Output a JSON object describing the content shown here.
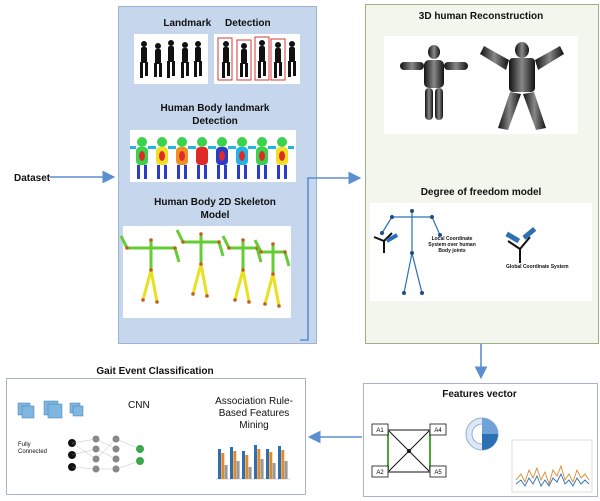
{
  "left_panel": {
    "landmark_detection": "Landmark     Detection",
    "body_landmark_detection": "Human Body landmark Detection",
    "skeleton_model": "Human Body 2D Skeleton Model"
  },
  "dataset_label": "Dataset",
  "right_panel": {
    "reconstruction_title": "3D human Reconstruction",
    "dof_title": "Degree of freedom model",
    "local_coordinate_text": "Local Coordinate System over human Body joints",
    "global_coordinate_text": "Global Coordinate System"
  },
  "features": {
    "title": "Features vector",
    "nodes": [
      "A1",
      "A4",
      "A2",
      "A5"
    ]
  },
  "gait": {
    "title": "Gait Event Classification",
    "cnn_label": "CNN",
    "arm_label": "Association Rule-Based Features Mining",
    "fully_connected": "Fully Connected"
  },
  "colors": {
    "arrow": "#5b8fd0",
    "left_panel_bg": "#c6d6ec",
    "right_panel_bg": "#f2f6ec",
    "skeleton_green": "#66cc33",
    "skeleton_yellow": "#e8e020"
  }
}
